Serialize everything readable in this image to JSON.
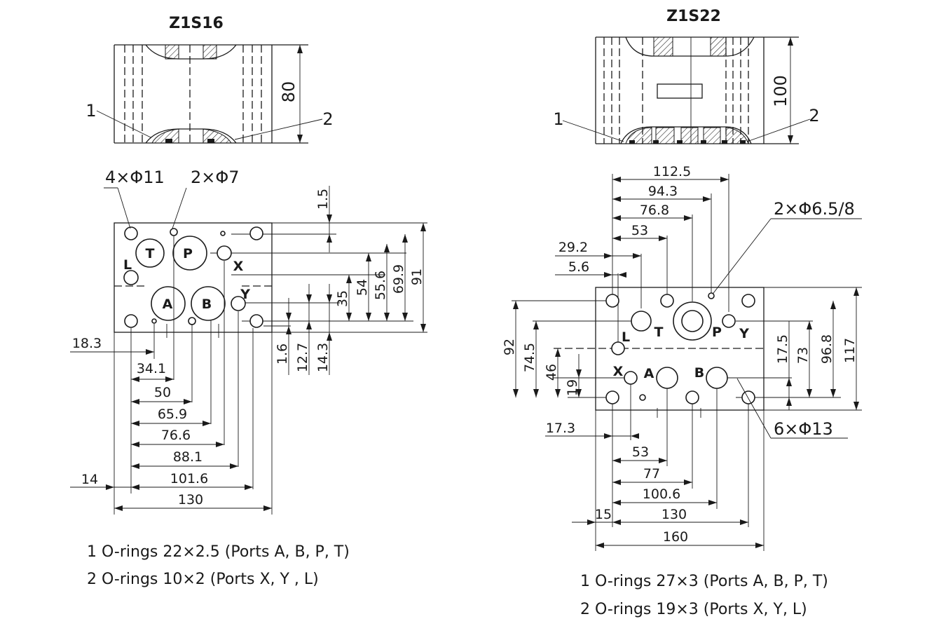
{
  "left": {
    "title": "Z1S16",
    "section_height": "80",
    "callout_1": "1",
    "callout_2": "2",
    "mount_holes": "4×Φ11",
    "pin_holes": "2×Φ7",
    "ports": {
      "T": "T",
      "P": "P",
      "X": "X",
      "L": "L",
      "A": "A",
      "B": "B",
      "Y": "Y"
    },
    "dim_top": "1.5",
    "vertical_dims": [
      "35",
      "54",
      "55.6",
      "69.9",
      "91"
    ],
    "bottom_vertical_dims": [
      "1.6",
      "12.7",
      "14.3"
    ],
    "horizontal_dims": [
      "18.3",
      "34.1",
      "50",
      "65.9",
      "76.6",
      "88.1",
      "14",
      "101.6",
      "130"
    ],
    "notes": [
      "1 O-rings 22×2.5 (Ports A, B, P, T)",
      "2 O-rings 10×2 (Ports X, Y , L)"
    ]
  },
  "right": {
    "title": "Z1S22",
    "section_height": "100",
    "callout_1": "1",
    "callout_2": "2",
    "top_dims": [
      "112.5",
      "94.3",
      "76.8",
      "53",
      "29.2",
      "5.6"
    ],
    "pin_holes": "2×Φ6.5/8",
    "ports": {
      "L": "L",
      "T": "T",
      "P": "P",
      "Y": "Y",
      "X": "X",
      "A": "A",
      "B": "B"
    },
    "left_vertical_dims": [
      "92",
      "74.5",
      "46",
      "19"
    ],
    "right_vertical_dims": [
      "17.5",
      "73",
      "96.8",
      "117"
    ],
    "mount_holes": "6×Φ13",
    "bottom_dims": [
      "17.3",
      "53",
      "77",
      "100.6",
      "15",
      "130",
      "160"
    ],
    "notes": [
      "1 O-rings 27×3 (Ports A, B, P, T)",
      "2 O-rings 19×3 (Ports X, Y, L)"
    ]
  }
}
